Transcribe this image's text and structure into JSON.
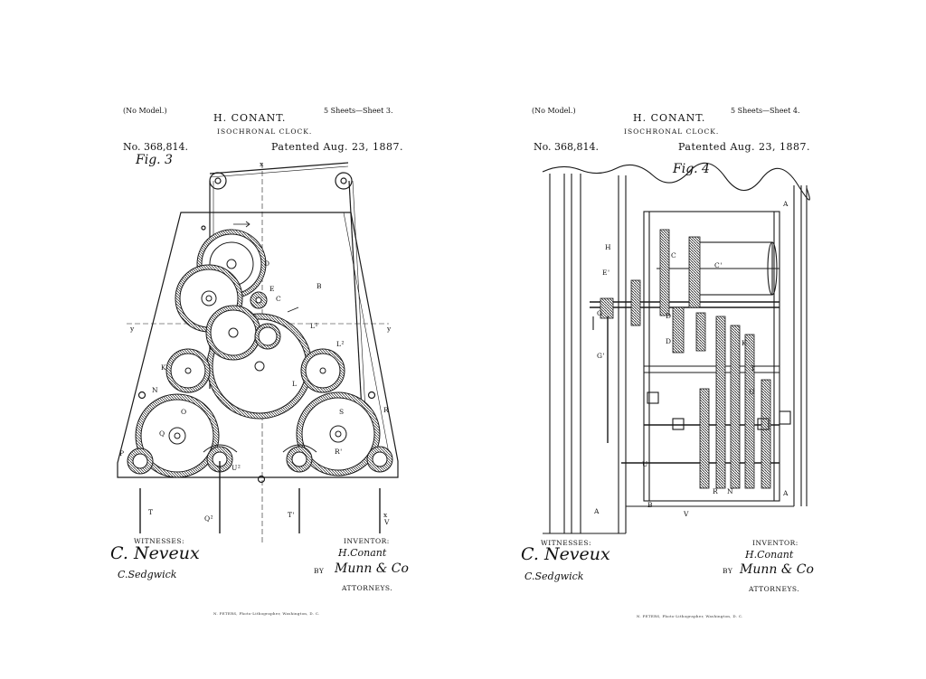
{
  "sheets": [
    {
      "model_note": "(No Model.)",
      "inventor_name": "H. CONANT.",
      "title": "ISOCHRONAL CLOCK.",
      "sheet_label": "5 Sheets—Sheet 3.",
      "patent_number": "No. 368,814.",
      "patent_date": "Patented Aug. 23, 1887.",
      "figure_label": "Fig. 3",
      "witnesses_label": "WITNESSES:",
      "witness_1": "C. Neveux",
      "witness_2": "C.Sedgwick",
      "inventor_label": "INVENTOR:",
      "inventor_signature": "H.Conant",
      "by_label": "BY",
      "attorney_signature": "Munn & Co",
      "attorneys_label": "ATTORNEYS.",
      "engraver_credit": "N. PETERS, Photo-Lithographer, Washington, D. C.",
      "part_letters": [
        "x",
        "D",
        "B",
        "E",
        "C",
        "K",
        "L",
        "L¹",
        "L²",
        "y",
        "y",
        "N",
        "O",
        "Q",
        "S",
        "R",
        "R'",
        "P",
        "T",
        "T'",
        "V",
        "U²",
        "Q²",
        "x"
      ]
    },
    {
      "model_note": "(No Model.)",
      "inventor_name": "H. CONANT.",
      "title": "ISOCHRONAL CLOCK.",
      "sheet_label": "5 Sheets—Sheet 4.",
      "patent_number": "No. 368,814.",
      "patent_date": "Patented Aug. 23, 1887.",
      "figure_label": "Fig. 4",
      "witnesses_label": "WITNESSES:",
      "witness_1": "C. Neveux",
      "witness_2": "C.Sedgwick",
      "inventor_label": "INVENTOR:",
      "inventor_signature": "H.Conant",
      "by_label": "BY",
      "attorney_signature": "Munn & Co",
      "attorneys_label": "ATTORNEYS.",
      "engraver_credit": "N. PETERS, Photo-Lithographer, Washington, D. C.",
      "part_letters": [
        "A",
        "A",
        "A",
        "H",
        "E'",
        "C",
        "C'",
        "G",
        "G'",
        "D",
        "D",
        "K",
        "T",
        "U'",
        "U",
        "R",
        "N",
        "B",
        "V"
      ]
    }
  ]
}
